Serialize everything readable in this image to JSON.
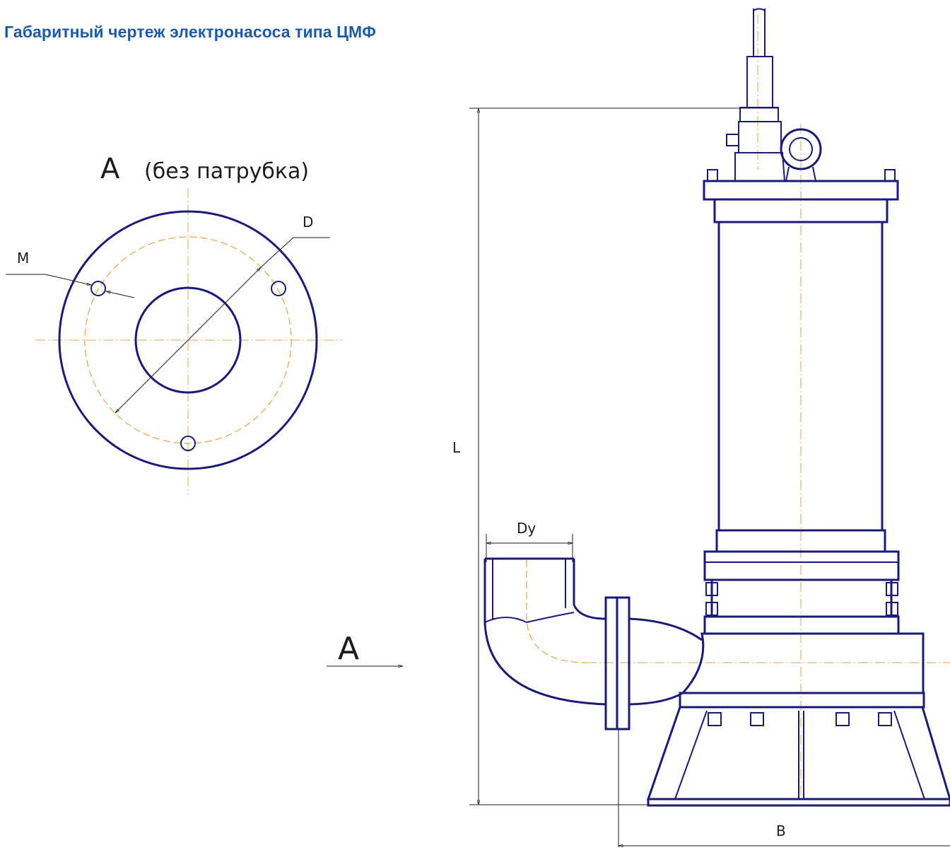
{
  "title": "Габаритный чертеж электронасоса типа ЦМФ",
  "view": {
    "letter": "A",
    "note": "(без патрубка)"
  },
  "labels": {
    "M": "M",
    "D": "D",
    "L": "L",
    "Dy": "Dy",
    "B": "B",
    "section_arrow": "A"
  },
  "colors": {
    "title": "#1f5aa6",
    "outline": "#1a1a78",
    "axis": "#f0a040",
    "dimension": "#1c1c1c"
  }
}
